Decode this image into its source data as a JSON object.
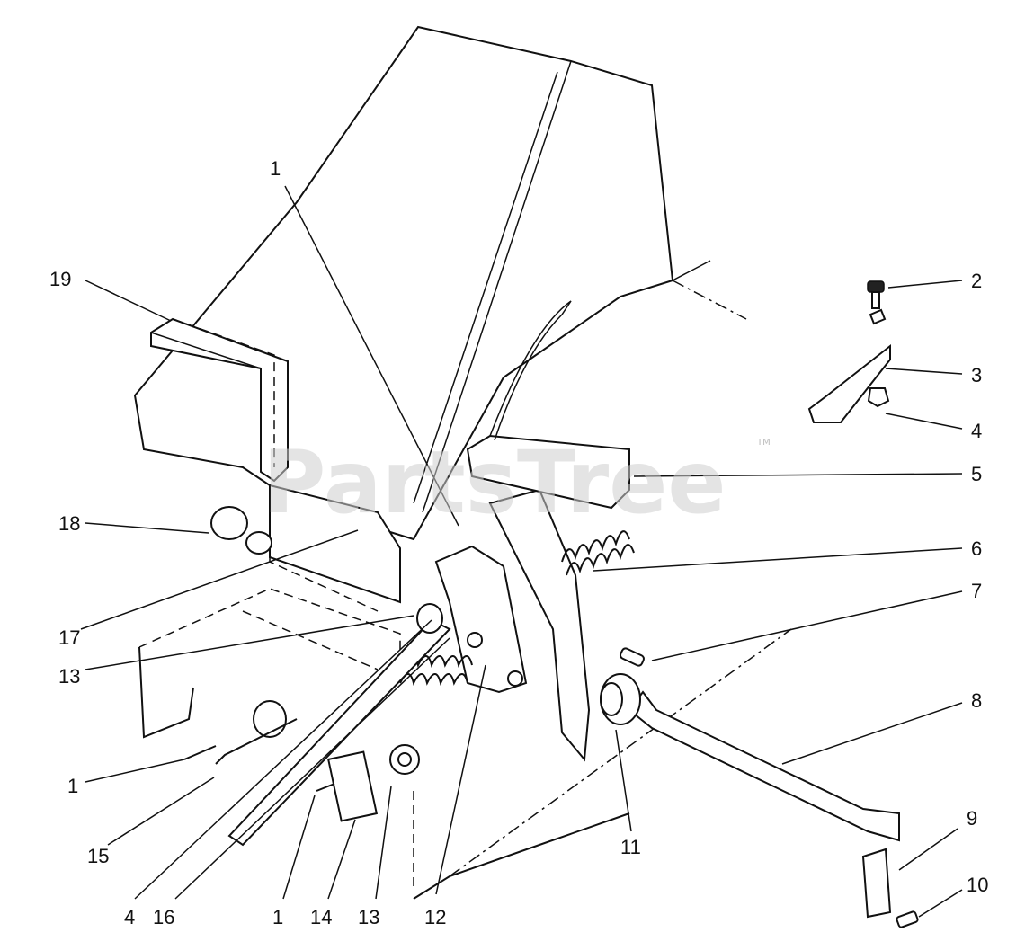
{
  "watermark": {
    "text": "PartsTree",
    "mark": "TM"
  },
  "callouts": [
    {
      "id": "c1-top",
      "label": "1"
    },
    {
      "id": "c2",
      "label": "2"
    },
    {
      "id": "c3",
      "label": "3"
    },
    {
      "id": "c4-right",
      "label": "4"
    },
    {
      "id": "c5",
      "label": "5"
    },
    {
      "id": "c6",
      "label": "6"
    },
    {
      "id": "c7",
      "label": "7"
    },
    {
      "id": "c8",
      "label": "8"
    },
    {
      "id": "c9",
      "label": "9"
    },
    {
      "id": "c10",
      "label": "10"
    },
    {
      "id": "c11",
      "label": "11"
    },
    {
      "id": "c12",
      "label": "12"
    },
    {
      "id": "c13-left",
      "label": "13"
    },
    {
      "id": "c13-bottom",
      "label": "13"
    },
    {
      "id": "c14",
      "label": "14"
    },
    {
      "id": "c1-bottom",
      "label": "1"
    },
    {
      "id": "c16",
      "label": "16"
    },
    {
      "id": "c4-bottom",
      "label": "4"
    },
    {
      "id": "c15",
      "label": "15"
    },
    {
      "id": "c1-left",
      "label": "1"
    },
    {
      "id": "c17",
      "label": "17"
    },
    {
      "id": "c18",
      "label": "18"
    },
    {
      "id": "c19",
      "label": "19"
    }
  ]
}
